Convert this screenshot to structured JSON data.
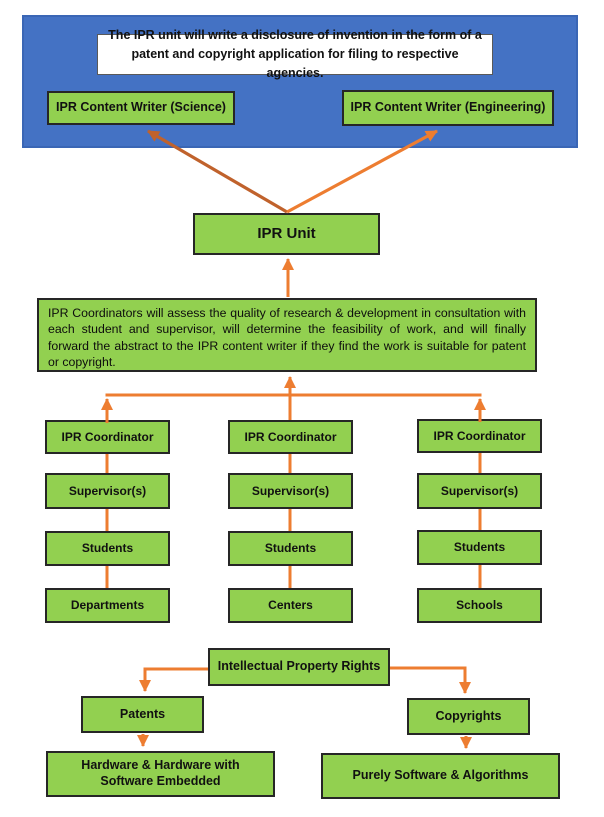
{
  "colors": {
    "banner_blue": "#4472C4",
    "banner_border_blue": "#3A66B5",
    "box_green": "#92D050",
    "box_border": "#262626",
    "arrow_orange": "#ED7D31",
    "arrow_dark_orange": "#C0622C",
    "note_white": "#FFFFFF"
  },
  "banner": {
    "note": "The IPR unit will write a disclosure of invention in the form of a patent and copyright application for filing to respective agencies.",
    "writers": [
      {
        "label": "IPR Content Writer (Science)"
      },
      {
        "label": "IPR Content Writer (Engineering)"
      }
    ]
  },
  "ipr_unit": {
    "label": "IPR Unit"
  },
  "coordinator_note": "IPR Coordinators will assess the quality of research & development in consultation with each student and supervisor, will determine the feasibility of work, and will finally forward the abstract to the IPR content writer if they find the work is suitable for patent or copyright.",
  "columns": [
    {
      "levels": [
        "IPR Coordinator",
        "Supervisor(s)",
        "Students",
        "Departments"
      ]
    },
    {
      "levels": [
        "IPR Coordinator",
        "Supervisor(s)",
        "Students",
        "Centers"
      ]
    },
    {
      "levels": [
        "IPR Coordinator",
        "Supervisor(s)",
        "Students",
        "Schools"
      ]
    }
  ],
  "ipr_tree": {
    "root": "Intellectual Property Rights",
    "branches": [
      {
        "label": "Patents",
        "child": "Hardware & Hardware with Software Embedded"
      },
      {
        "label": "Copyrights",
        "child": "Purely Software & Algorithms"
      }
    ]
  }
}
